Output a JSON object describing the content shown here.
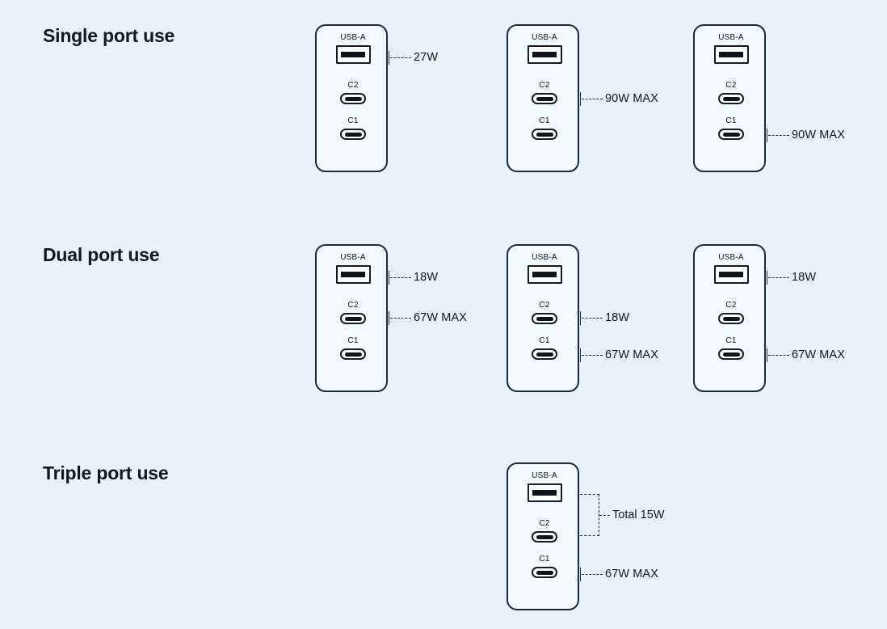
{
  "page": {
    "background_color": "#e8f1fc",
    "device_body_color": "#f3f9fe",
    "outline_color": "#1c2a38"
  },
  "port_names": {
    "usba": "USB-A",
    "c2": "C2",
    "c1": "C1"
  },
  "sections": [
    {
      "id": "single",
      "title": "Single port use",
      "devices": [
        {
          "id": "single-1",
          "callouts": [
            {
              "port": "usba",
              "text": "27W"
            }
          ]
        },
        {
          "id": "single-2",
          "callouts": [
            {
              "port": "c2",
              "text": "90W MAX"
            }
          ]
        },
        {
          "id": "single-3",
          "callouts": [
            {
              "port": "c1",
              "text": "90W MAX"
            }
          ]
        }
      ]
    },
    {
      "id": "dual",
      "title": "Dual port use",
      "devices": [
        {
          "id": "dual-1",
          "callouts": [
            {
              "port": "usba",
              "text": "18W"
            },
            {
              "port": "c2",
              "text": "67W MAX"
            }
          ]
        },
        {
          "id": "dual-2",
          "callouts": [
            {
              "port": "c2",
              "text": "18W"
            },
            {
              "port": "c1",
              "text": "67W MAX"
            }
          ]
        },
        {
          "id": "dual-3",
          "callouts": [
            {
              "port": "usba",
              "text": "18W"
            },
            {
              "port": "c1",
              "text": "67W MAX"
            }
          ]
        }
      ]
    },
    {
      "id": "triple",
      "title": "Triple port use",
      "devices": [
        {
          "id": "triple-1",
          "bracket": {
            "from": "usba",
            "to": "c2",
            "text": "Total 15W"
          },
          "callouts": [
            {
              "port": "c1",
              "text": "67W MAX"
            }
          ]
        }
      ]
    }
  ]
}
